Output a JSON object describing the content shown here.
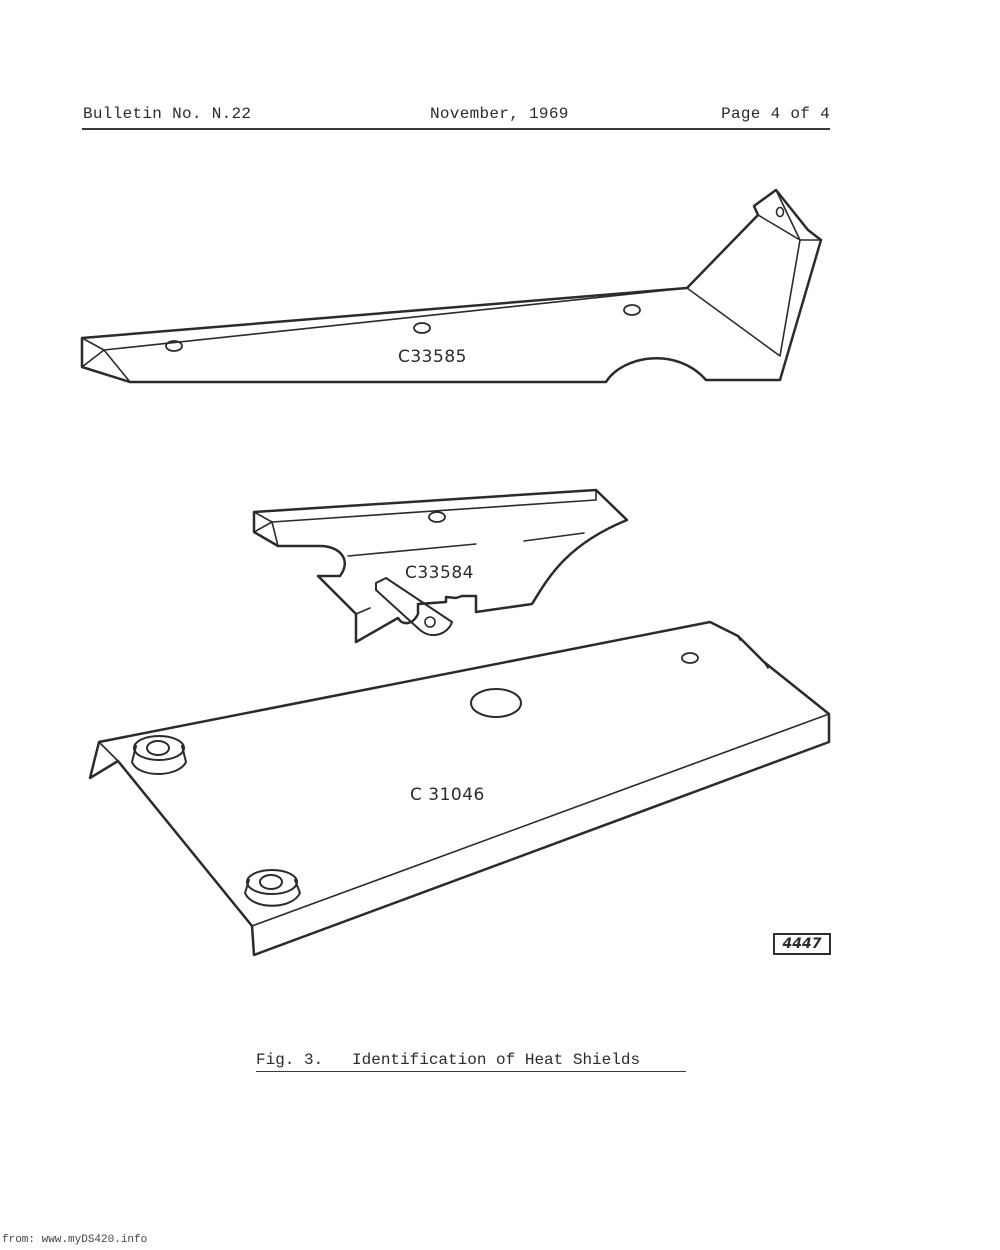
{
  "header": {
    "bulletin": "Bulletin No. N.22",
    "date": "November, 1969",
    "page": "Page 4 of 4"
  },
  "parts": [
    {
      "label": "C33585"
    },
    {
      "label": "C33584"
    },
    {
      "label": "C 31046"
    }
  ],
  "reference_number": "4447",
  "caption": "Fig. 3.   Identification of Heat Shields",
  "footer": "from: www.myDS420.info"
}
